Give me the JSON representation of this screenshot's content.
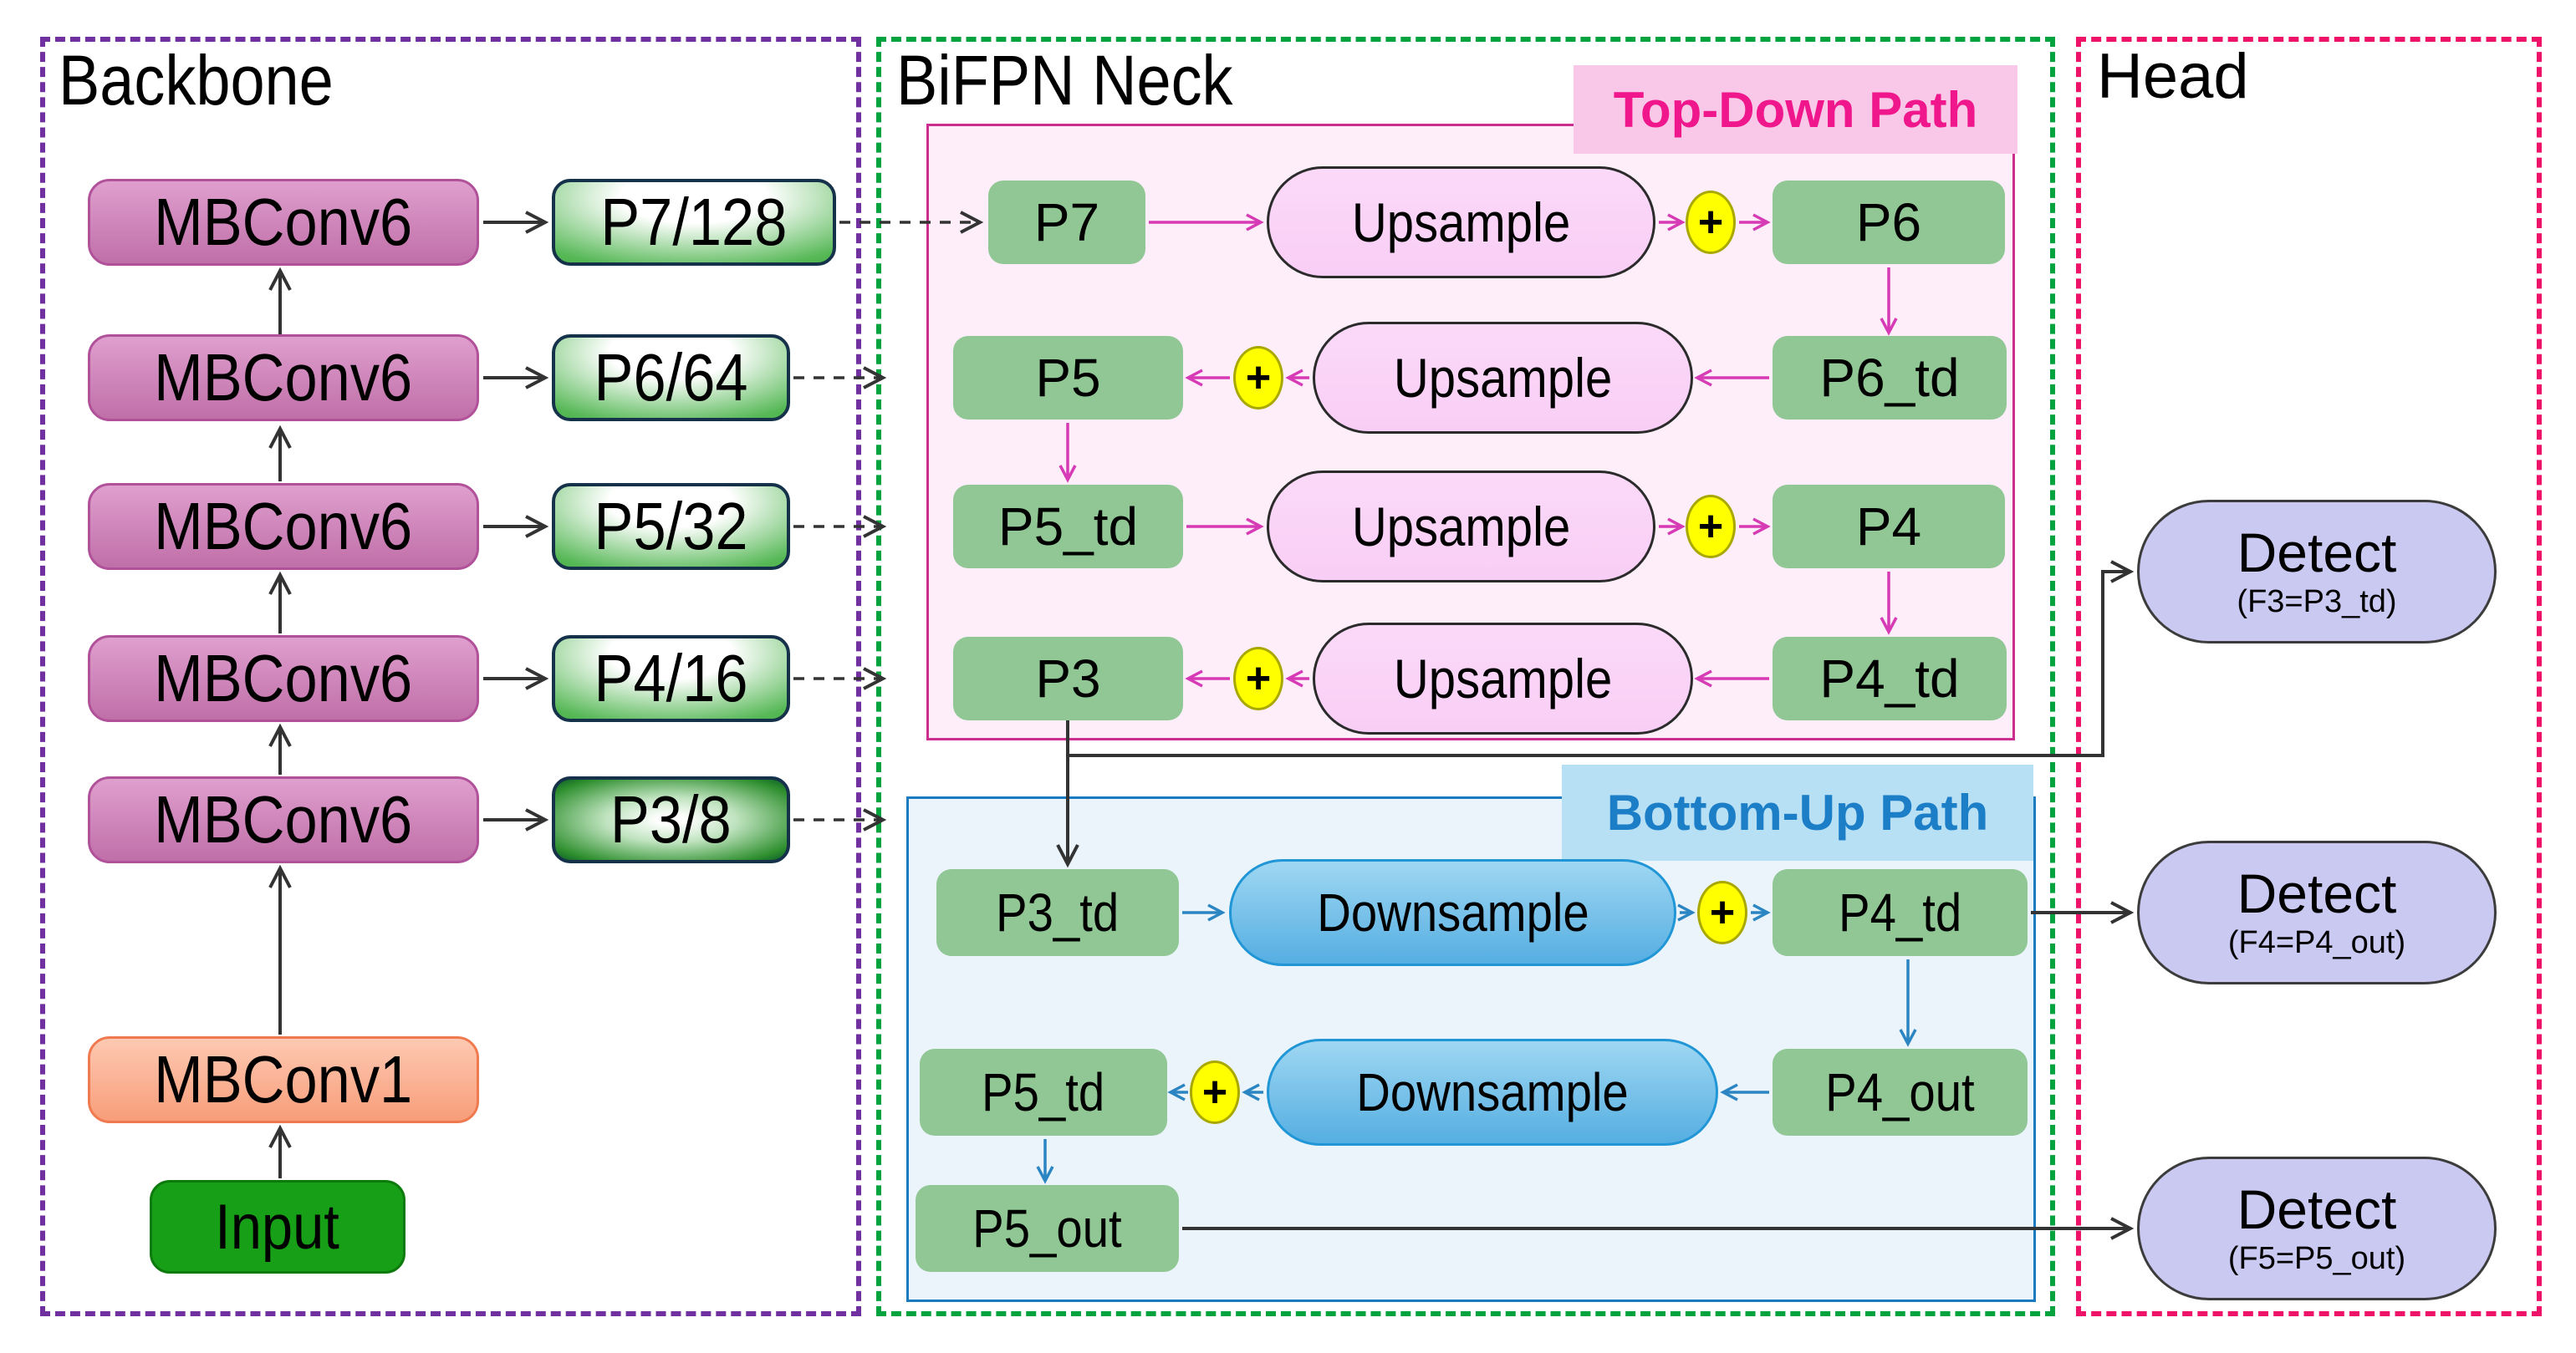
{
  "backbone": {
    "title": "Backbone",
    "mbconv_blocks": [
      {
        "label": "MBConv6"
      },
      {
        "label": "MBConv6"
      },
      {
        "label": "MBConv6"
      },
      {
        "label": "MBConv6"
      },
      {
        "label": "MBConv6"
      }
    ],
    "mbconv1": {
      "label": "MBConv1"
    },
    "input": {
      "label": "Input"
    },
    "feature_maps": [
      {
        "label": "P7/128"
      },
      {
        "label": "P6/64"
      },
      {
        "label": "P5/32"
      },
      {
        "label": "P4/16"
      },
      {
        "label": "P3/8"
      }
    ]
  },
  "neck": {
    "title": "BiFPN Neck",
    "plus": "+",
    "top_down": {
      "label": "Top-Down Path",
      "rows": [
        {
          "left": "P7",
          "op": "Upsample",
          "right": "P6"
        },
        {
          "left": "P5",
          "op": "Upsample",
          "right": "P6_td"
        },
        {
          "left": "P5_td",
          "op": "Upsample",
          "right": "P4"
        },
        {
          "left": "P3",
          "op": "Upsample",
          "right": "P4_td"
        }
      ]
    },
    "bottom_up": {
      "label": "Bottom-Up Path",
      "rows": [
        {
          "left": "P3_td",
          "op": "Downsample",
          "right": "P4_td"
        },
        {
          "left": "P5_td",
          "op": "Downsample",
          "right": "P4_out"
        },
        {
          "left": "P5_out"
        }
      ]
    }
  },
  "head": {
    "title": "Head",
    "detects": [
      {
        "label": "Detect",
        "sub": "(F3=P3_td)"
      },
      {
        "label": "Detect",
        "sub": "(F4=P4_out)"
      },
      {
        "label": "Detect",
        "sub": "(F5=P5_out)"
      }
    ]
  },
  "colors": {
    "backbone-border": "#7030a0",
    "neck-border": "#00a33d",
    "head-border": "#ee1368",
    "mbconv6-top": "#df9fce",
    "mbconv6-bottom": "#c06fa8",
    "mbconv6-border": "#b0519a",
    "mbconv1-top": "#fdc9b2",
    "mbconv1-bottom": "#f89d79",
    "mbconv1-border": "#ef7a50",
    "input-fill": "#17a017",
    "input-border": "#0c7a0c",
    "pblock-green": "#2aa02a",
    "pblock-border": "#16324a",
    "neck-green": "#90c795",
    "upsample-fill": "#f9cef6",
    "upsample-border": "#2b2b2b",
    "downsample-top": "#9fd7f2",
    "downsample-bottom": "#55aee2",
    "downsample-border": "#2196d6",
    "plus-fill": "#ffff00",
    "plus-border": "#a8a800",
    "detect-fill": "#c9c9f2",
    "detect-border": "#3c3c3c",
    "td-region-bg": "#fdeefa",
    "td-region-border": "#cc2e8f",
    "td-label-bg": "#f9c8e8",
    "td-label-text": "#f0168c",
    "bu-region-bg": "#ebf4fb",
    "bu-region-border": "#1b7bc0",
    "bu-label-bg": "#b8e0f5",
    "bu-label-text": "#1c7ec7",
    "arrow-black": "#333333",
    "arrow-pink": "#d63ab4",
    "arrow-blue": "#2b85c2"
  }
}
